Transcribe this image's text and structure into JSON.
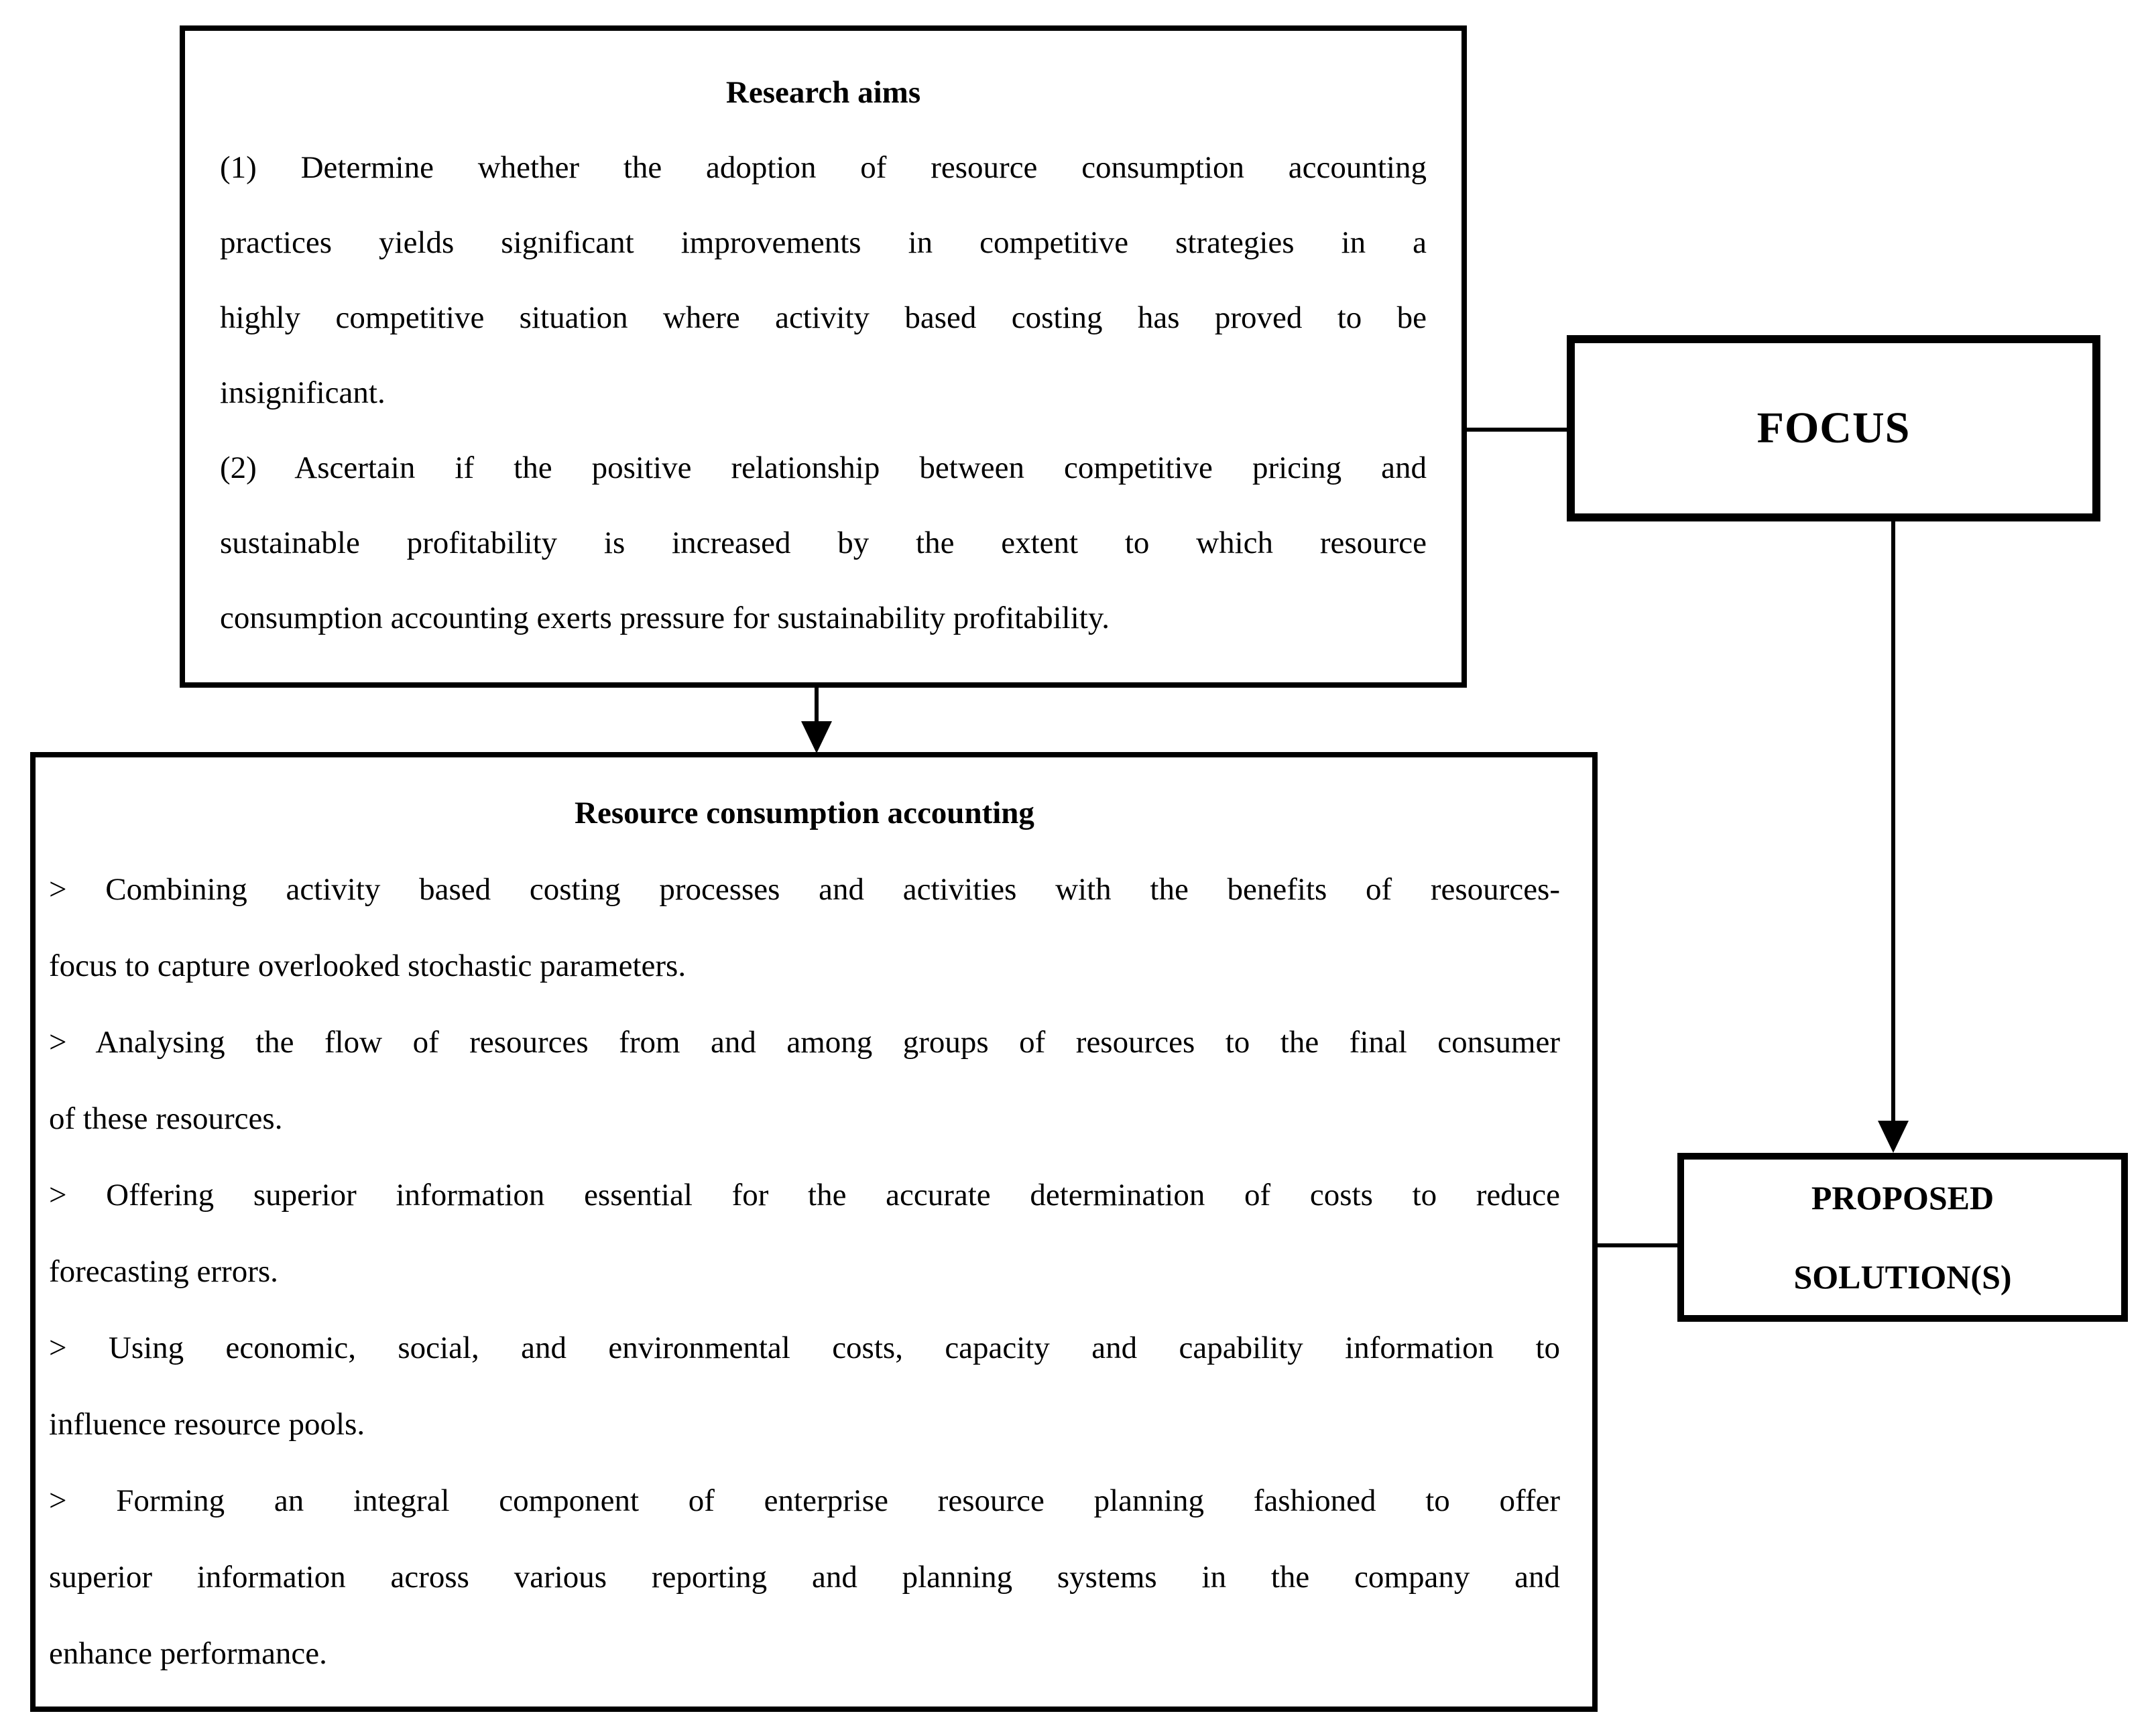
{
  "colors": {
    "ink": "#000000",
    "paper": "#ffffff"
  },
  "boxes": {
    "research_aims": {
      "title": "Research aims",
      "lines": [
        {
          "text": "(1) Determine whether the adoption of resource consumption accounting",
          "fill": true
        },
        {
          "text": "practices yields significant improvements in competitive strategies in a",
          "fill": true
        },
        {
          "text": "highly competitive situation where activity based costing has proved to be",
          "fill": true
        },
        {
          "text": "insignificant.",
          "fill": false
        },
        {
          "text": "(2) Ascertain if the positive relationship between competitive pricing and",
          "fill": true
        },
        {
          "text": "sustainable profitability is increased by the extent to which resource",
          "fill": true
        },
        {
          "text": "consumption accounting exerts pressure for sustainability profitability.",
          "fill": false
        }
      ]
    },
    "focus": {
      "label": "FOCUS"
    },
    "rca": {
      "title": "Resource consumption accounting",
      "lines": [
        {
          "text": "> Combining activity based costing processes and activities with the benefits of resources-",
          "fill": true
        },
        {
          "text": "focus to capture overlooked stochastic parameters.",
          "fill": false
        },
        {
          "text": "> Analysing the flow of resources from and among groups of resources to the final consumer",
          "fill": true
        },
        {
          "text": "of these resources.",
          "fill": false
        },
        {
          "text": "> Offering superior information essential for the accurate determination of costs to reduce",
          "fill": true
        },
        {
          "text": "forecasting errors.",
          "fill": false
        },
        {
          "text": "> Using economic, social, and environmental costs, capacity and capability information to",
          "fill": true
        },
        {
          "text": "influence resource pools.",
          "fill": false
        },
        {
          "text": "> Forming an integral component of enterprise resource planning fashioned to offer",
          "fill": true
        },
        {
          "text": "superior information across various reporting and planning systems in the company and",
          "fill": true
        },
        {
          "text": "enhance performance.",
          "fill": false
        }
      ]
    },
    "proposed": {
      "line1": "PROPOSED",
      "line2": "SOLUTION(S)"
    }
  }
}
